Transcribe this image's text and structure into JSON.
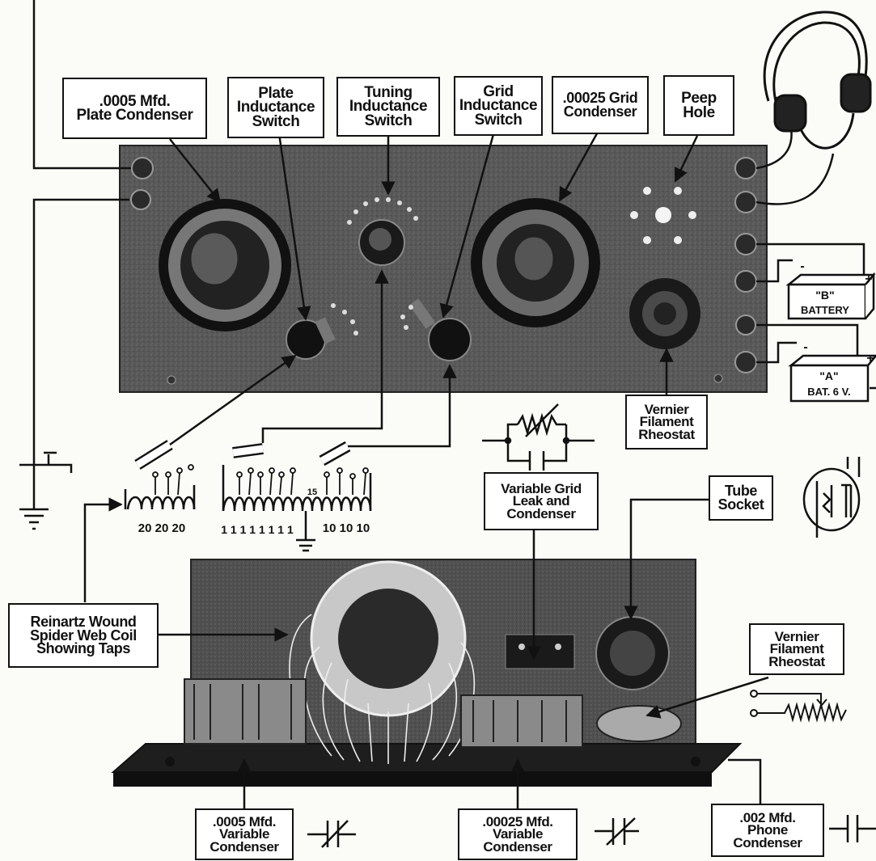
{
  "labels": {
    "plate_condenser": [
      ".0005 Mfd.",
      "Plate Condenser"
    ],
    "plate_switch": [
      "Plate",
      "Inductance",
      "Switch"
    ],
    "tuning_switch": [
      "Tuning",
      "Inductance",
      "Switch"
    ],
    "grid_switch": [
      "Grid",
      "Inductance",
      "Switch"
    ],
    "grid_condenser": [
      ".00025 Grid",
      "Condenser"
    ],
    "peep_hole": [
      "Peep",
      "Hole"
    ],
    "vernier_top": [
      "Vernier",
      "Filament",
      "Rheostat"
    ],
    "grid_leak": [
      "Variable Grid",
      "Leak and",
      "Condenser"
    ],
    "tube_socket": [
      "Tube",
      "Socket"
    ],
    "reinartz": [
      "Reinartz Wound",
      "Spider Web Coil",
      "Showing Taps"
    ],
    "vernier_bottom": [
      "Vernier",
      "Filament",
      "Rheostat"
    ],
    "var_cond_0005": [
      ".0005 Mfd.",
      "Variable",
      "Condenser"
    ],
    "var_cond_00025": [
      ".00025 Mfd.",
      "Variable",
      "Condenser"
    ],
    "phone_cond": [
      ".002 Mfd.",
      "Phone",
      "Condenser"
    ]
  },
  "battery_b": {
    "name": "\"B\"",
    "text": "BATTERY",
    "minus": "-",
    "plus": "+"
  },
  "battery_a": {
    "name": "\"A\"",
    "text": "BAT. 6 V.",
    "minus": "-",
    "plus": "+"
  },
  "coil_taps": {
    "plate_group": "20 20 20",
    "tuning_group": "1 1 1 1 1 1 1 1",
    "grid_group": "10 10 10",
    "mid_mark": "15"
  }
}
